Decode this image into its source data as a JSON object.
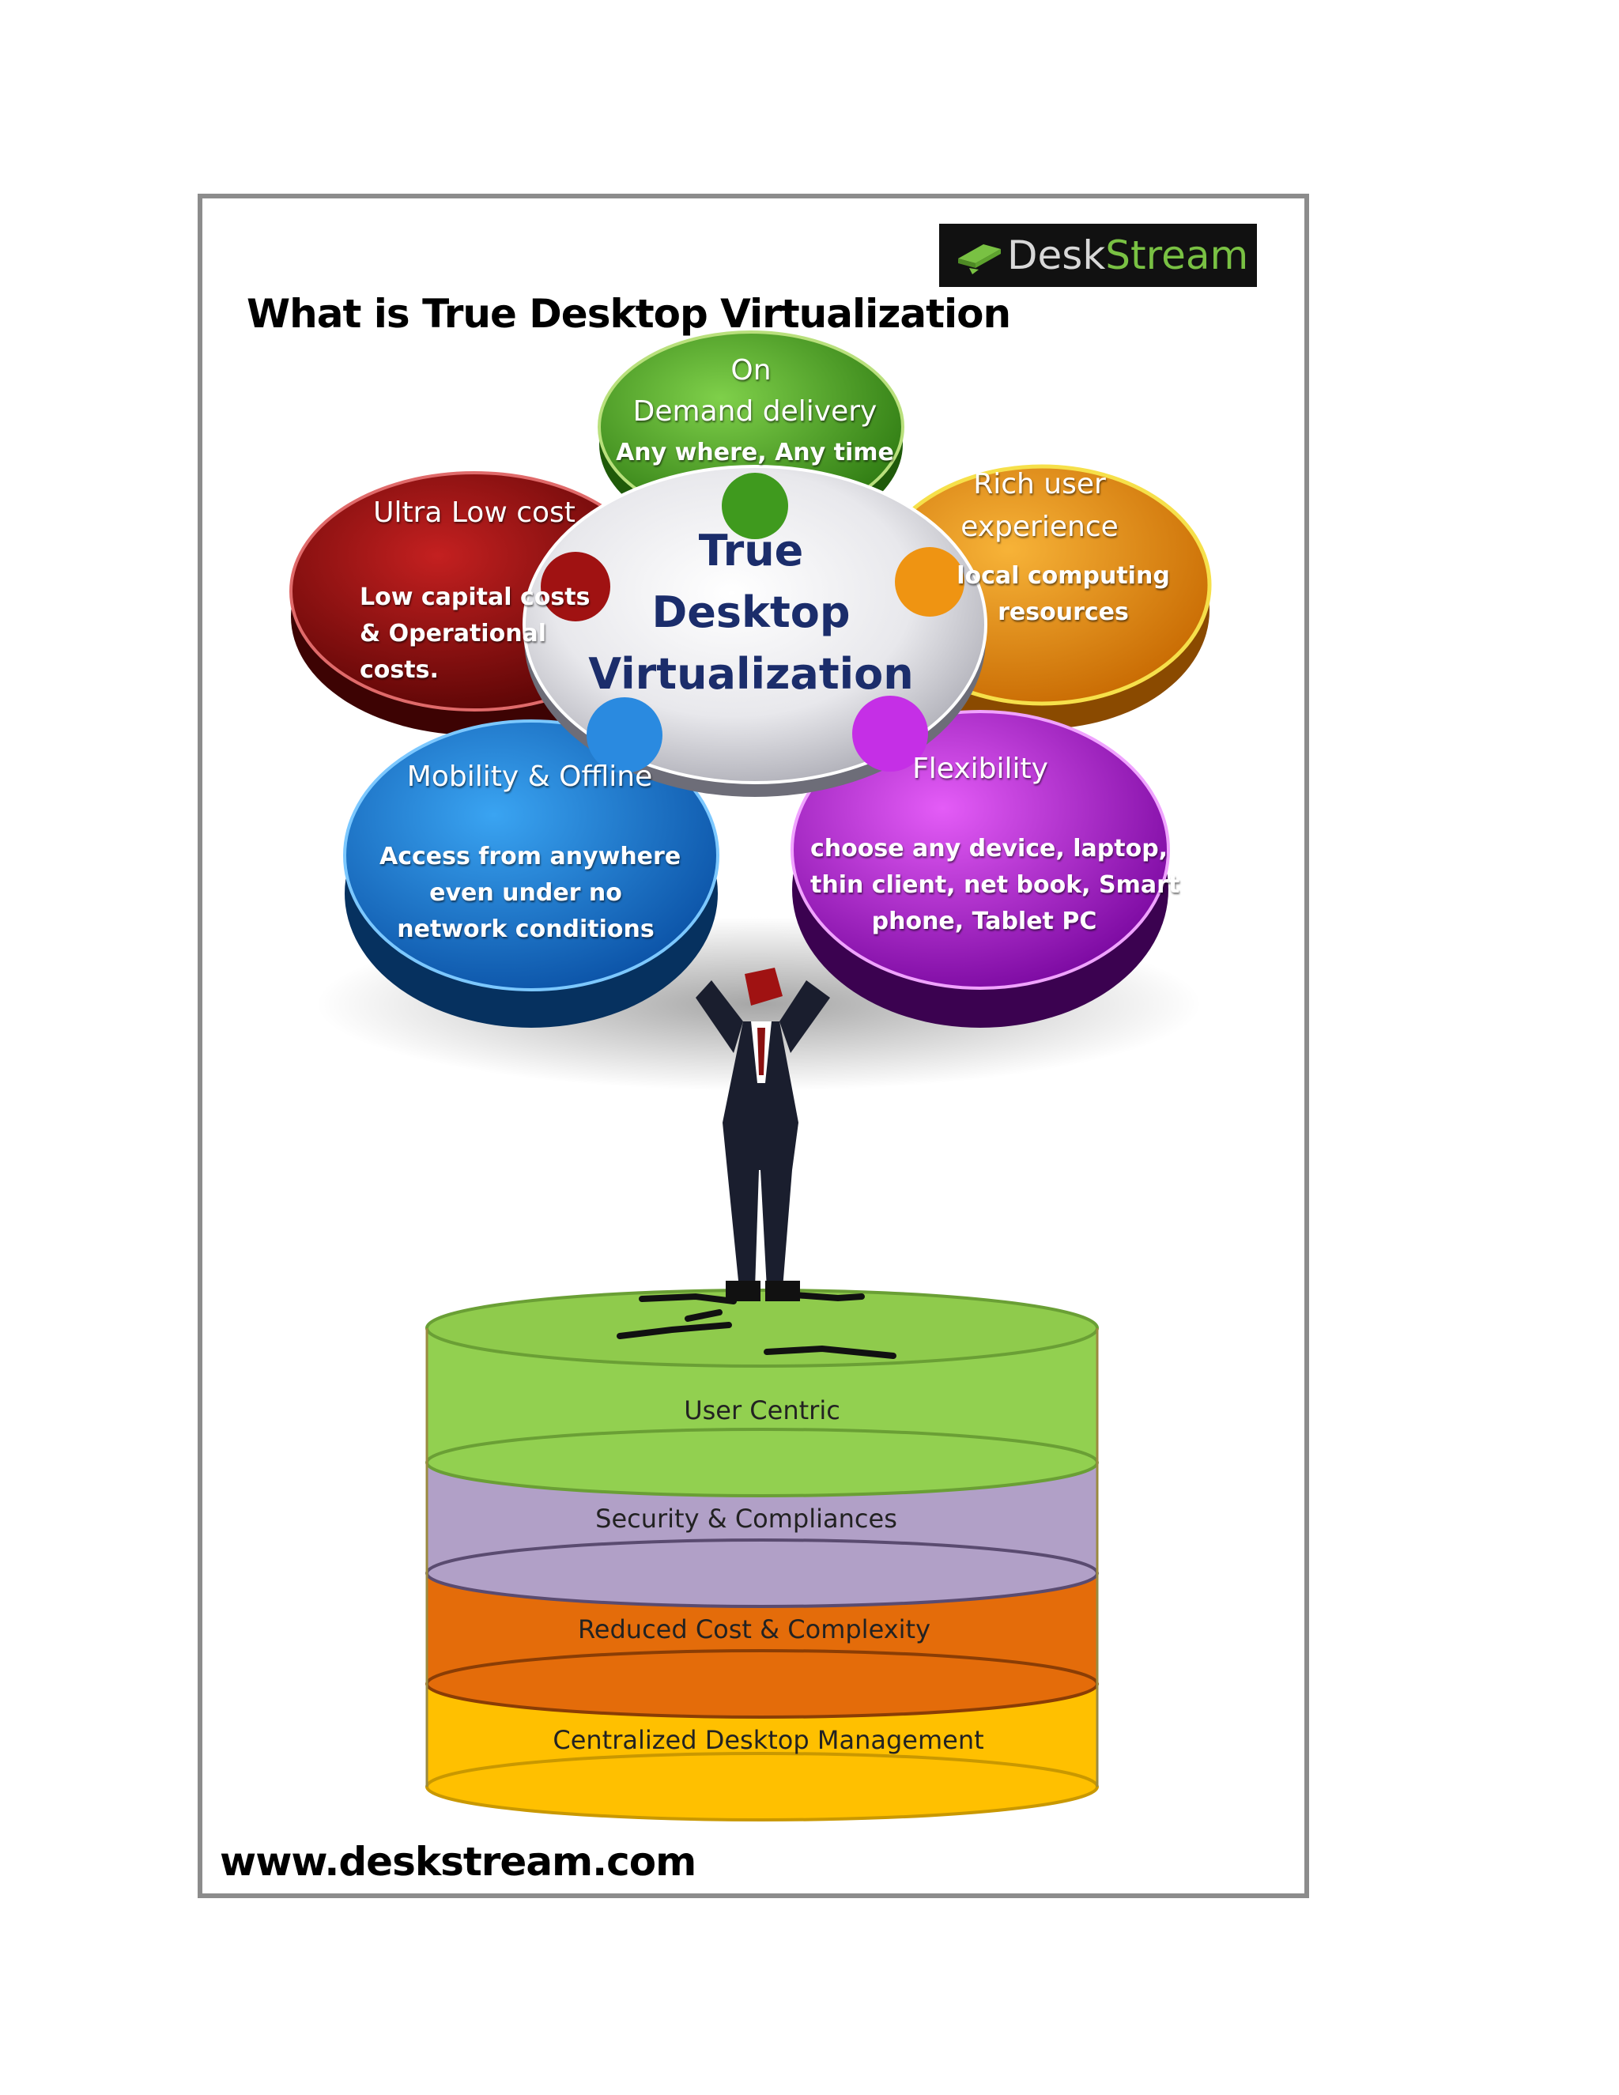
{
  "title": "What is True Desktop Virtualization",
  "logo": {
    "prefix": "Desk",
    "suffix": "Stream",
    "icon": "desktop-logo-icon"
  },
  "hub": {
    "line1": "True",
    "line2": "Desktop",
    "line3": "Virtualization"
  },
  "petals": {
    "top": {
      "head1": "On",
      "head2": "Demand delivery",
      "sub": "Any where, Any time",
      "color": "#3f9a1e"
    },
    "left": {
      "head": "Ultra Low cost",
      "sub1": "Low capital costs",
      "sub2": "& Operational",
      "sub3": "costs.",
      "color": "#8e0c0c"
    },
    "right": {
      "head1": "Rich user",
      "head2": "experience",
      "sub1": "local computing",
      "sub2": "resources",
      "color": "#e88a08"
    },
    "bottom_left": {
      "head": "Mobility & Offline",
      "sub1": "Access from anywhere",
      "sub2": "even under no",
      "sub3": "network conditions",
      "color": "#1f7fd6"
    },
    "bottom_right": {
      "head": "Flexibility",
      "sub1": "choose any device, laptop,",
      "sub2": "thin client, net book, Smart",
      "sub3": "phone, Tablet PC",
      "color": "#b20fd6"
    }
  },
  "layers": [
    {
      "label": "User Centric",
      "color": "#92d050"
    },
    {
      "label": "Security & Compliances",
      "color": "#b1a0c7"
    },
    {
      "label": "Reduced Cost & Complexity",
      "color": "#e46c0a"
    },
    {
      "label": "Centralized Desktop Management",
      "color": "#ffc000"
    }
  ],
  "url": "www.deskstream.com"
}
